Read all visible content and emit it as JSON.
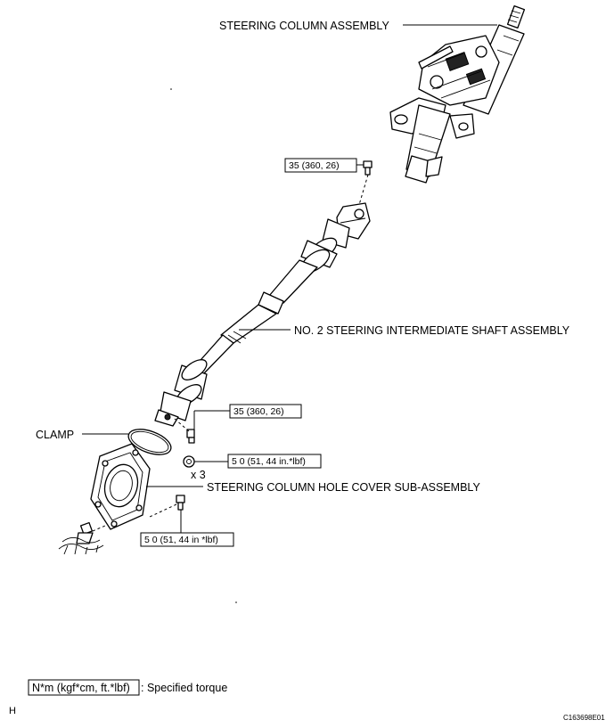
{
  "labels": {
    "steering_column_assembly": "STEERING COLUMN ASSEMBLY",
    "intermediate_shaft": "NO. 2 STEERING INTERMEDIATE SHAFT ASSEMBLY",
    "clamp": "CLAMP",
    "hole_cover": "STEERING COLUMN HOLE COVER SUB-ASSEMBLY"
  },
  "torque": {
    "upper_bolt": "35 (360, 26)",
    "lower_bolt": "35 (360, 26)",
    "nut": "5 0 (51, 44 in.*lbf)",
    "cover_bolt": "5 0 (51, 44 in *lbf)"
  },
  "quantity_note": "x 3",
  "legend": {
    "box_text": "N*m (kgf*cm, ft.*lbf)",
    "description": ": Specified torque"
  },
  "footer": {
    "corner_letter": "H",
    "figure_id": "C163698E01"
  }
}
